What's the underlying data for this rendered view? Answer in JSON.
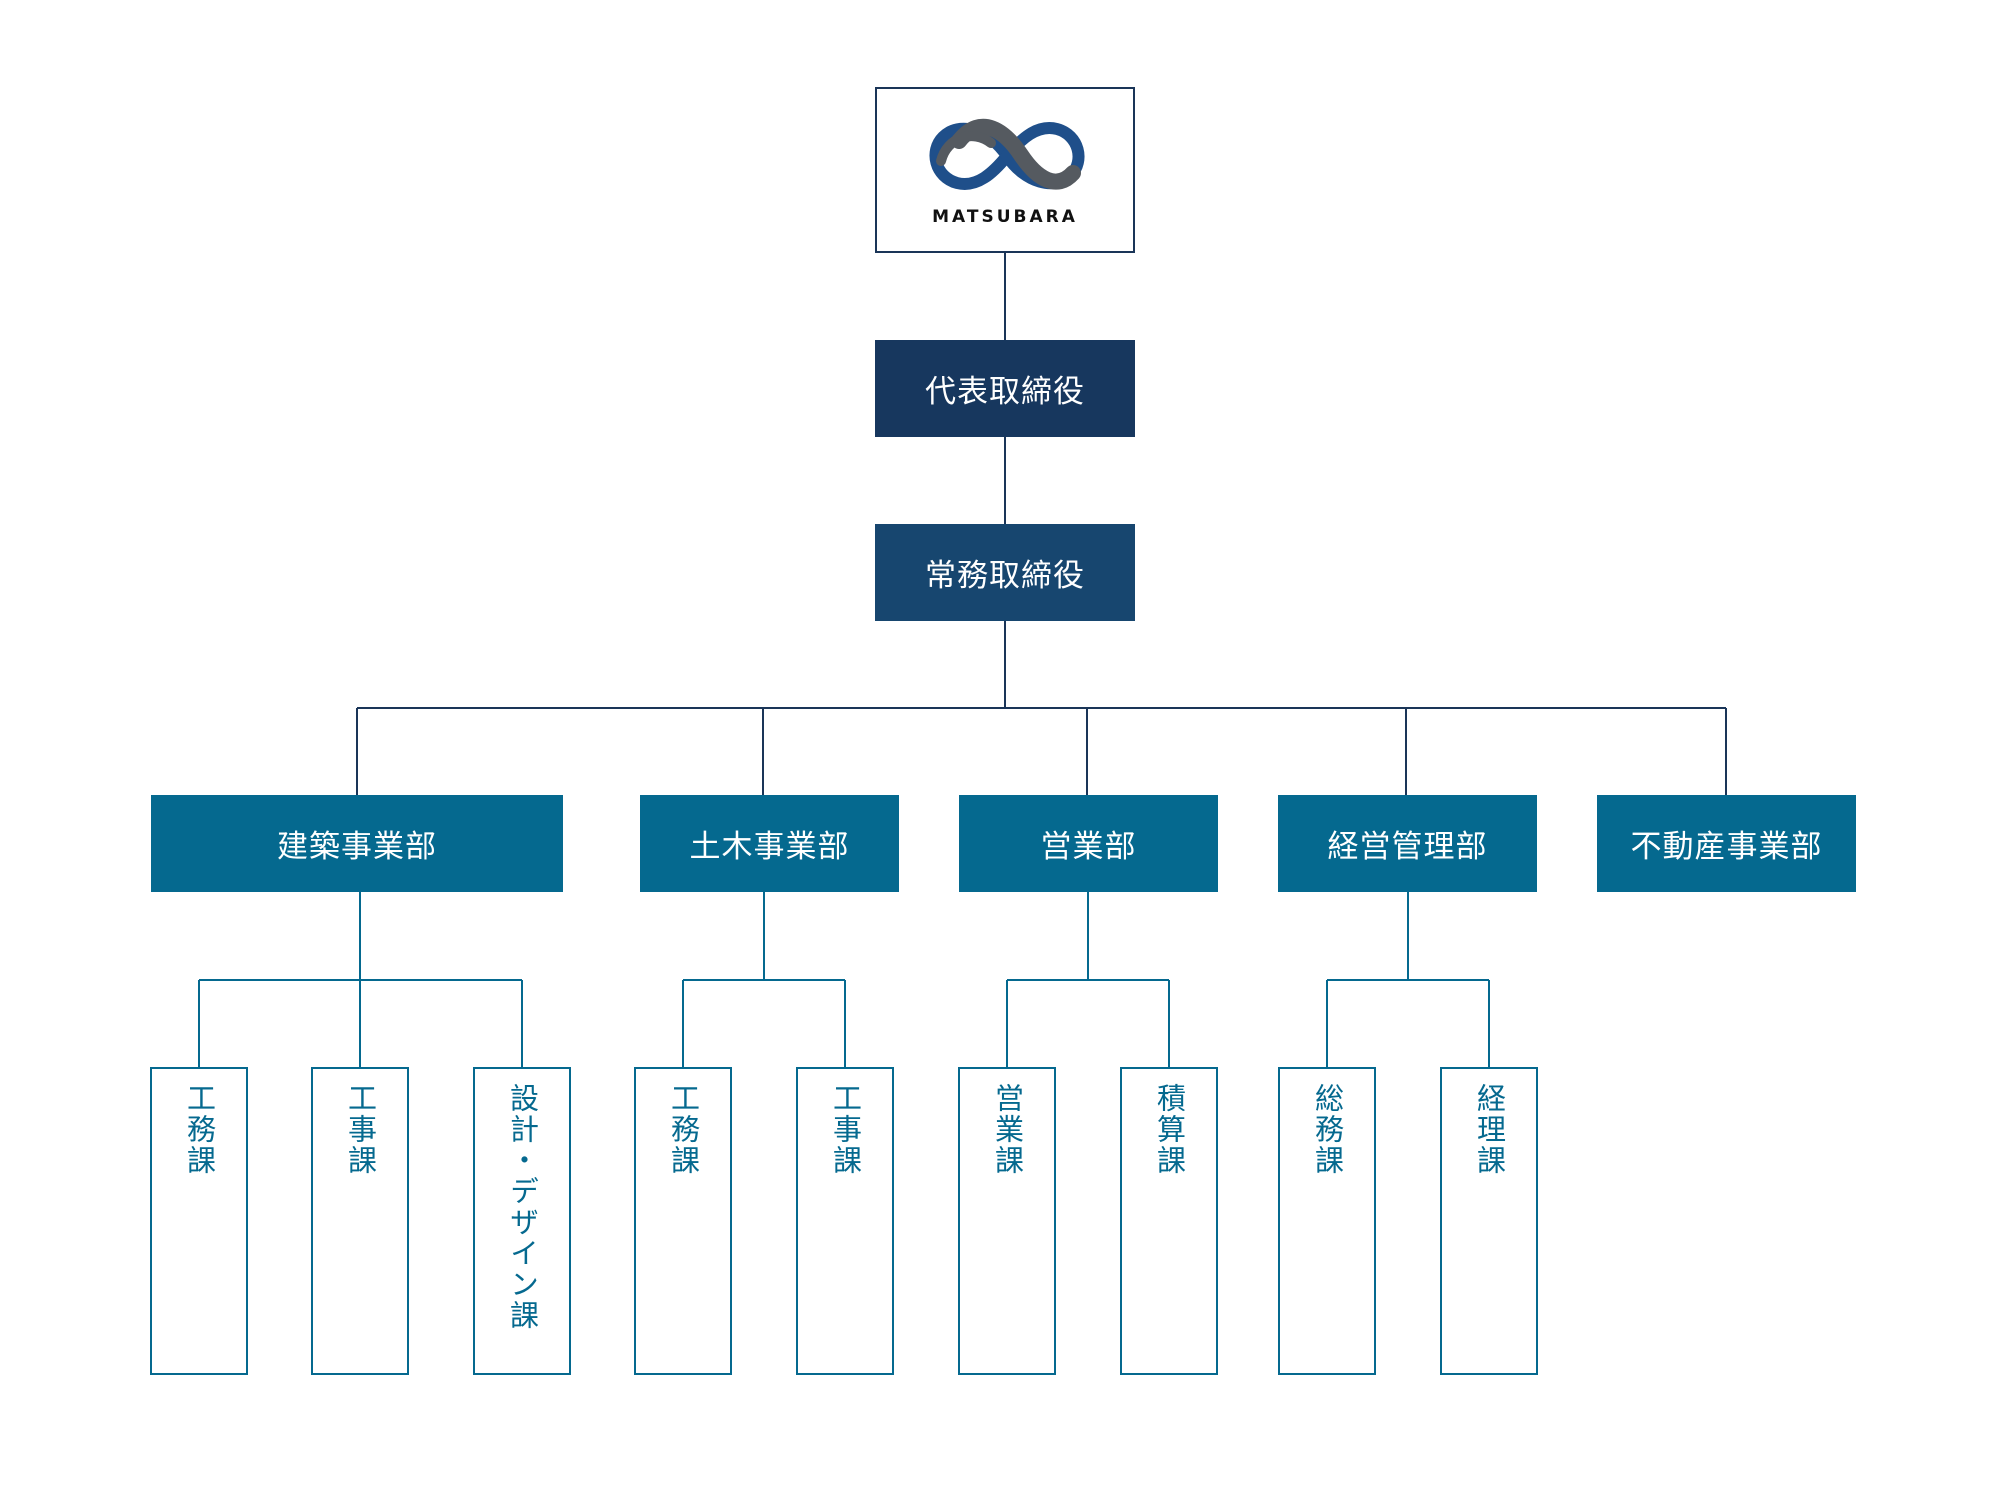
{
  "logo": {
    "text": "MATSUBARA",
    "icon": "infinity-logo-icon",
    "colors": {
      "grey": "#555a60",
      "blue": "#1f4f8a"
    }
  },
  "colors": {
    "ceo": "#17375e",
    "managing_director": "#17466f",
    "department": "#05698f",
    "line": "#1a3558"
  },
  "executives": {
    "ceo": "代表取締役",
    "managing_director": "常務取締役"
  },
  "departments": [
    {
      "label": "建築事業部",
      "sections": [
        "工務課",
        "工事課",
        "設計・デザイン課"
      ]
    },
    {
      "label": "土木事業部",
      "sections": [
        "工務課",
        "工事課"
      ]
    },
    {
      "label": "営業部",
      "sections": [
        "営業課",
        "積算課"
      ]
    },
    {
      "label": "経営管理部",
      "sections": [
        "総務課",
        "経理課"
      ]
    },
    {
      "label": "不動産事業部",
      "sections": []
    }
  ]
}
